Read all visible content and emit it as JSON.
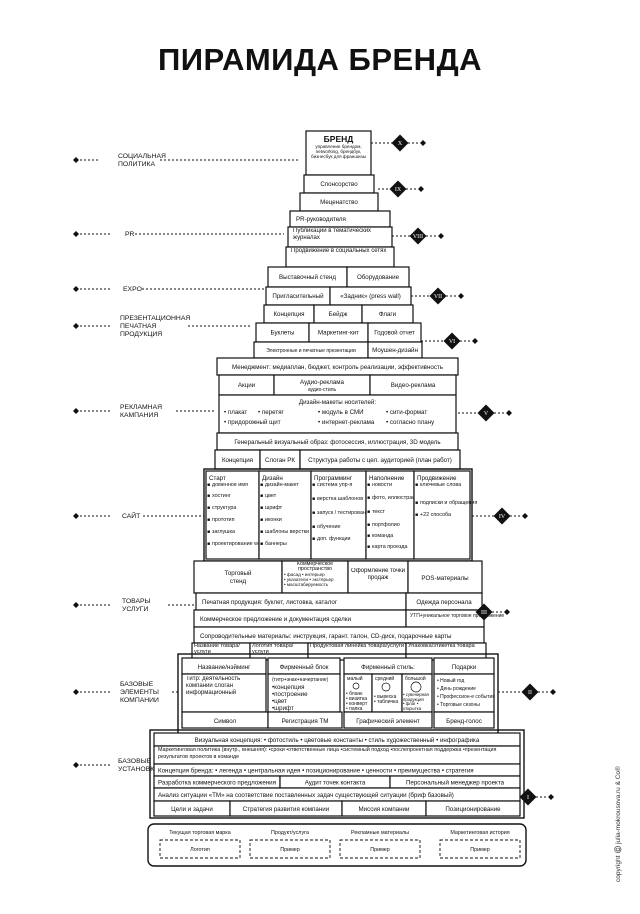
{
  "title": "ПИРАМИДА БРЕНДА",
  "copyright": "copyright ©️ julia-mokrousova.ru & Co®",
  "levels": [
    {
      "label": "СОЦИАЛЬНАЯ ПОЛИТИКА",
      "numeral": "X"
    },
    {
      "label": "",
      "numeral": "IX"
    },
    {
      "label": "PR",
      "numeral": "VIII"
    },
    {
      "label": "EXPO",
      "numeral": "VII"
    },
    {
      "label": "ПРЕЗЕНТАЦИОННАЯ ПЕЧАТНАЯ ПРОДУКЦИЯ",
      "numeral": "VI"
    },
    {
      "label": "РЕКЛАМНАЯ КАМПАНИЯ",
      "numeral": "V"
    },
    {
      "label": "САЙТ",
      "numeral": "IV"
    },
    {
      "label": "ТОВАРЫ УСЛУГИ",
      "numeral": "III"
    },
    {
      "label": "БАЗОВЫЕ ЭЛЕМЕНТЫ КОМПАНИИ",
      "numeral": "II"
    },
    {
      "label": "БАЗОВЫЕ УСТАНОВКИ",
      "numeral": "I"
    }
  ],
  "blocks": {
    "brand": {
      "title": "БРЕНД",
      "desc": "управление брендом, networking, брендбук, бизнесбук для франшизы"
    },
    "sponsorship": "Спонсорство",
    "patronage": "Меценатство",
    "pr_head": "PR-руководителя",
    "pr_pub": "Публикации в тематических журналах",
    "pr_social": "Продвижение в социальных сетях",
    "expo_stand": "Выставочный стенд",
    "expo_equip": "Оборудование",
    "expo_invite": "Пригласительный",
    "expo_wall": "«Задник» (press wall)",
    "expo_concept": "Концепция",
    "expo_badge": "Бейдж",
    "expo_flags": "Флаги",
    "print_booklets": "Буклеты",
    "print_kit": "Маркетинг-кит",
    "print_report": "Годовой отчет",
    "print_epres": "Электронные и печатные презентации",
    "print_mousen": "Моушен-дизайн",
    "ad_mgmt": "Менеджмент: медиаплан, бюджет, контроль реализации, эффективность",
    "ad_actions": "Акции",
    "ad_audio": "Аудио-реклама",
    "ad_audio_sub": "аудио-стиль",
    "ad_video": "Видео-реклама",
    "ad_layouts": "Дизайн-макеты носителей:",
    "ad_carriers": [
      "• плакат",
      "• перетяг",
      "• модуль в СМИ",
      "• сити-формат",
      "• придорожный щит",
      "• интернет-реклама",
      "• согласно плану"
    ],
    "ad_general": "Генеральный визуальный образ: фотосессия, иллюстрация, 3D модель",
    "ad_concept": "Концепция",
    "ad_slogan": "Слоган РК",
    "ad_structure": "Структура работы с цел. аудиторией (план работ)",
    "site_cols": [
      {
        "head": "Старт",
        "items": [
          "доменное имя",
          "хостинг",
          "структура",
          "прототип",
          "заглушка",
          "проектирование web-проекта"
        ]
      },
      {
        "head": "Дизайн",
        "items": [
          "дизайн-макет",
          "цвет",
          "шрифт",
          "иконки",
          "шаблоны верстки",
          "баннеры"
        ]
      },
      {
        "head": "Программинг",
        "items": [
          "система упр-я",
          "верстка шаблонов",
          "запуск / тестирование",
          "обучение",
          "доп. функции"
        ]
      },
      {
        "head": "Наполнение",
        "items": [
          "новости",
          "фото, иллюстрации",
          "текст",
          "портфолио",
          "команда",
          "карта проезда"
        ]
      },
      {
        "head": "Продвижение",
        "items": [
          "ключевые слова",
          "подписки и обращения",
          "+22 способа"
        ]
      }
    ],
    "goods_stand": "Торговый стенд",
    "goods_space": "Коммерческое пространство",
    "goods_space_items": [
      "• фасад",
      "• интерьер",
      "• указатели",
      "• экстерьер",
      "• масштабируемость"
    ],
    "goods_point": "Оформление точки продаж",
    "goods_pos": "POS-материалы",
    "goods_printed": "Печатная продукция: буклет, листовка, каталог",
    "goods_uniform": "Одежда персонала",
    "goods_offer": "Коммерческое предложение и документация сделки",
    "goods_usp": "УТП+уникальное торговое предложение",
    "goods_accomp": "Сопроводительные материалы: инструкция, гарант. талон, CD-диск, подарочные карты",
    "goods_name": "Название товара/услуги",
    "goods_logo": "Логотип товара/услуги",
    "goods_line": "Продуктовая линейка товара/услуги",
    "goods_pack": "Упаковка/этикетка товара",
    "base_naming": "Название/нэйминг",
    "base_block": "Фирменный блок",
    "base_style": "Фирменный стиль:",
    "base_gifts": "Подарки",
    "base_typo": "Титр: деятельность компании слоган информационный",
    "base_block_items": [
      "(титр+знак+начертание)",
      "•концепция",
      "•построение",
      "•цвет",
      "•шрифт"
    ],
    "base_style_small": "малый",
    "base_style_mid": "средний",
    "base_style_big": "большой",
    "base_style_small_items": [
      "• бланк",
      "• визитка",
      "• конверт",
      "• папка"
    ],
    "base_style_mid_items": [
      "• вывеска",
      "• табличка"
    ],
    "base_style_big_items": [
      "• сувенирная продукция",
      "• флаг",
      "• открытка"
    ],
    "base_gifts_items": [
      "• Новый год",
      "• День рождение",
      "• Профессион-е события",
      "• Торговые сезоны"
    ],
    "base_symbol": "Символ",
    "base_tm": "Регистрация TM",
    "base_graphic": "Графический элемент",
    "base_voice": "Бренд-голос",
    "set_visual": "Визуальная концепция: • фотостиль • цветовые константы • стиль художественный • инфографика",
    "set_market": "Маркетинговая политика (внутр., внешняя): •сроки •ответственные лица •системный подход •послепроектная поддержка •презентация результатов проектов в команде",
    "set_concept": "Концепция бренда: • легенда • центральная идея • позиционирование • ценности • преимущества • стратегия",
    "set_commercial": "Разработка коммерческого предложения",
    "set_audit": "Аудит точек контакта",
    "set_manager": "Персональный менеджер проекта",
    "set_tm_analysis": "Анализ ситуации «ТМ» на соответствие поставленных задач существующей ситуации (бриф базовый)",
    "set_goals": "Цели и задачи",
    "set_strategy": "Стратегия развития компании",
    "set_mission": "Миссия компании",
    "set_positioning": "Позиционирование",
    "current_heads": [
      "Текущая торговая марка",
      "Продукт/услуга",
      "Рекламные материалы",
      "Маркетинговая история"
    ],
    "current_items": [
      "Логотип",
      "Пример",
      "Пример",
      "Пример"
    ]
  }
}
